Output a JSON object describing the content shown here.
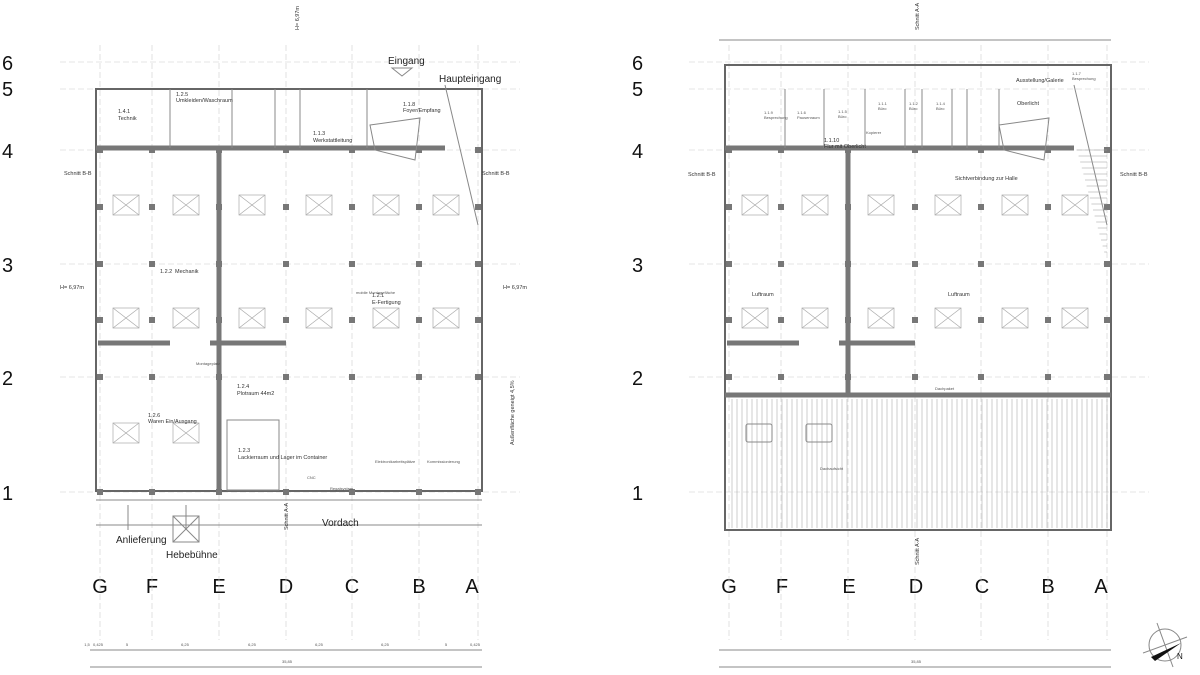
{
  "axes": {
    "rows": [
      "6",
      "5",
      "4",
      "3",
      "2",
      "1"
    ],
    "columns": [
      "G",
      "F",
      "E",
      "D",
      "C",
      "B",
      "A"
    ]
  },
  "ground_floor": {
    "entrance": "Eingang",
    "main_entrance": "Haupteingang",
    "section_bb": "Schnitt B-B",
    "section_aa": "Schnitt A-A",
    "height_top": "H= 6,97m",
    "height_left": "H= 6,97m",
    "height_right": "H= 6,97m",
    "canopy": "Vordach",
    "delivery": "Anlieferung",
    "lift_platform": "Hebebühne",
    "outdoor_slope": "Außenfläche geneigt 4,5%",
    "rooms": [
      {
        "id": "1.4.1",
        "name": "Technik"
      },
      {
        "id": "1.2.5",
        "name": "Umkleiden/Waschraum"
      },
      {
        "id": "1.1.3",
        "name": "Werkstattleitung"
      },
      {
        "id": "1.1.8",
        "name": "Foyer/Empfang"
      },
      {
        "id": "1.2.2",
        "name": "Mechanik"
      },
      {
        "id": "1.2.1",
        "name": "E-Fertigung"
      },
      {
        "id": "1.2.4",
        "name": "Plotraum 44m2"
      },
      {
        "id": "1.2.6",
        "name": "Waren Ein/Ausgang"
      },
      {
        "id": "1.2.3",
        "name": "Lackierraum und Lager im Container"
      }
    ],
    "notes": [
      "Montageplatz",
      "mobile Montagefläche",
      "CNC",
      "Regalsystem",
      "Elektronikarbeitsplätze",
      "Kommissionierung"
    ],
    "dimensions": [
      "1,5",
      "0,425",
      "5",
      "6,25",
      "6,25",
      "6,25",
      "6,25",
      "5",
      "0,425"
    ],
    "dimension_total": "35,85"
  },
  "upper_floor": {
    "section_aa": "Schnitt A-A",
    "section_bb": "Schnitt B-B",
    "rooms": [
      {
        "id": "1.1.9",
        "name": "Besprechung"
      },
      {
        "id": "1.1.6",
        "name": "Pausenraum"
      },
      {
        "id": "1.1.5",
        "name": "Büro"
      },
      {
        "id": "1.1.1",
        "name": "Büro"
      },
      {
        "id": "1.1.2",
        "name": "Büro"
      },
      {
        "id": "1.1.4",
        "name": "Büro"
      },
      {
        "id": "1.1.10",
        "name": "Flur mit Oberlicht"
      },
      {
        "id": "1.1.7",
        "name": "Besprechung"
      }
    ],
    "gallery": "Ausstellung/Galerie",
    "skylight": "Oberlicht",
    "copier": "Kopierer",
    "view_to_hall": "Sichtverbindung zur Halle",
    "void_left": "Luftraum",
    "void_right": "Luftraum",
    "roof_edge": "Dachpaket",
    "roof_view": "Dachaufsicht",
    "dimension_total": "35,85"
  },
  "north_arrow": "N"
}
